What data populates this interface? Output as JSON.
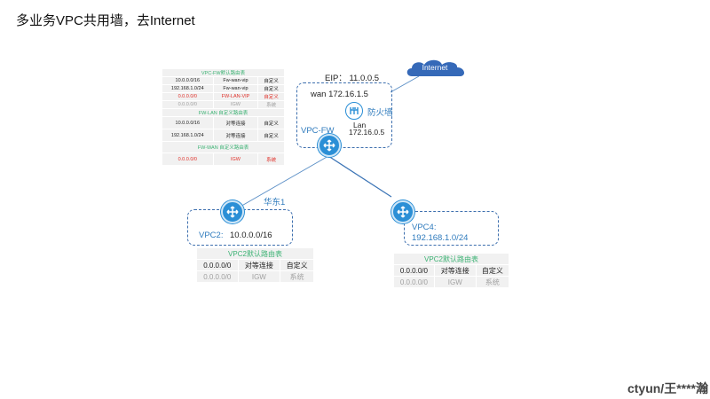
{
  "title": "多业务VPC共用墙，去Internet",
  "watermark": "ctyun/王****瀚",
  "internet": "Internet",
  "fw_box": {
    "eip": "EIP：  11.0.0.5",
    "wan": "wan  172.16.1.5",
    "firewall_label": "防火墙",
    "lan": "Lan",
    "lan_ip": "172.16.0.5",
    "vpc_fw": "VPC-FW"
  },
  "link_label": "华东1",
  "vpc2": {
    "name": "VPC2:",
    "cidr": "10.0.0.0/16"
  },
  "vpc4": {
    "name": "VPC4:",
    "cidr": "192.168.1.0/24"
  },
  "vpcfw_table": {
    "title": "VPC-FW默认路由表",
    "rows": [
      {
        "c1": "10.0.0.0/16",
        "c2": "Fw-wan-vip",
        "c3": "自定义"
      },
      {
        "c1": "192.168.1.0/24",
        "c2": "Fw-wan-vip",
        "c3": "自定义"
      },
      {
        "c1": "0.0.0.0/0",
        "c2": "FW-LAN-VIP",
        "c3": "自定义"
      },
      {
        "c1": "0.0.0.0/0",
        "c2": "IGW",
        "c3": "系统"
      }
    ],
    "lan_title": "FW-LAN 自定义路由表",
    "lan_rows": [
      {
        "c1": "10.0.0.0/16",
        "c2": "对等连接",
        "c3": "自定义"
      },
      {
        "c1": "192.168.1.0/24",
        "c2": "对等连接",
        "c3": "自定义"
      }
    ],
    "wan_title": "FW-WAN 自定义路由表",
    "wan_rows": [
      {
        "c1": "0.0.0.0/0",
        "c2": "IGW",
        "c3": "系统"
      }
    ]
  },
  "vpc2_table": {
    "title": "VPC2默认路由表",
    "rows": [
      {
        "c1": "0.0.0.0/0",
        "c2": "对等连接",
        "c3": "自定义"
      },
      {
        "c1": "0.0.0.0/0",
        "c2": "IGW",
        "c3": "系统"
      }
    ]
  },
  "vpc4_table": {
    "title": "VPC2默认路由表",
    "rows": [
      {
        "c1": "0.0.0.0/0",
        "c2": "对等连接",
        "c3": "自定义"
      },
      {
        "c1": "0.0.0.0/0",
        "c2": "IGW",
        "c3": "系统"
      }
    ]
  },
  "colors": {
    "accent": "#2b8fd6",
    "dashed_border": "#3d6fae",
    "table_header_green": "#3bb273",
    "red": "#e0312a",
    "muted": "#a0a0a0",
    "cloud": "#3569b8"
  }
}
